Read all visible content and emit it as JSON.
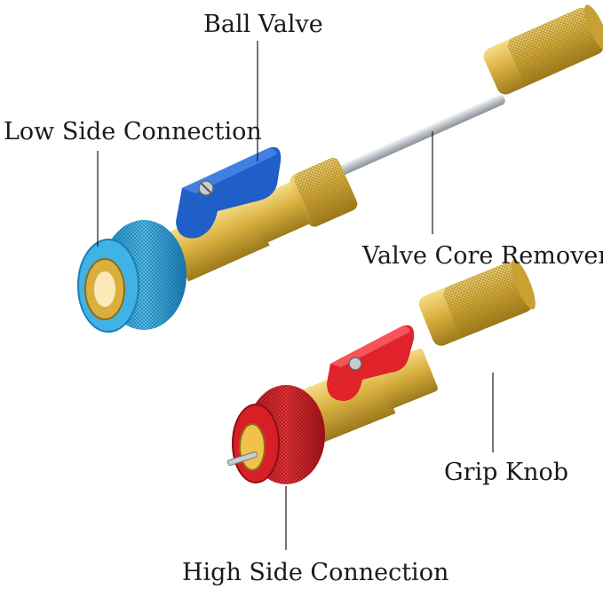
{
  "labels": {
    "ball_valve": "Ball Valve",
    "low_side": "Low Side Connection",
    "valve_core_remover": "Valve Core Remover",
    "grip_knob": "Grip Knob",
    "high_side": "High Side Connection"
  },
  "colors": {
    "blue_coupler": "#2fa8dc",
    "blue_handle": "#1f5fc7",
    "red_coupler": "#d81f26",
    "red_handle": "#e0232b",
    "brass": "#d9b040",
    "steel_rod": "#c8cdd2"
  }
}
